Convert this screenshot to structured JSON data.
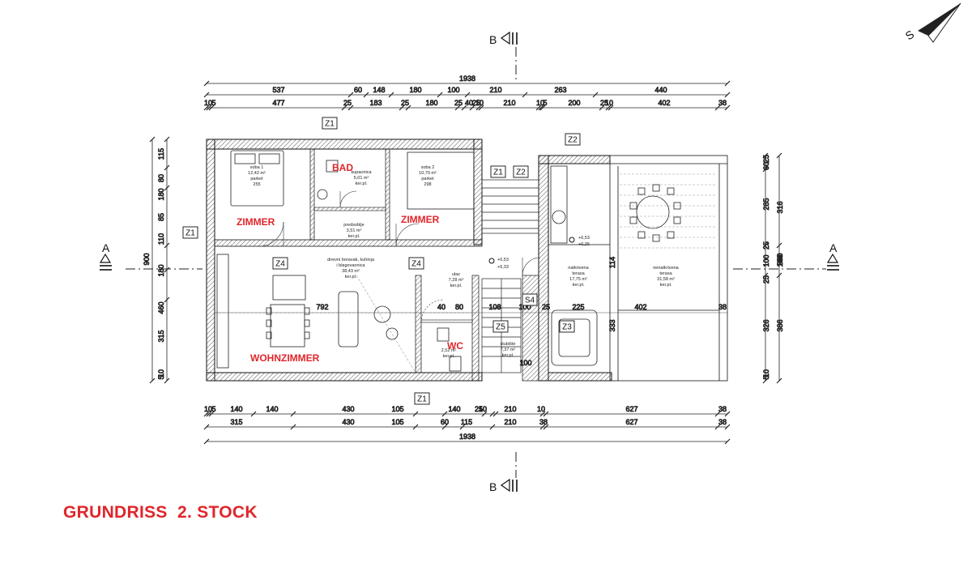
{
  "title": "GRUNDRISS  2. STOCK",
  "colors": {
    "accent": "#e0262b",
    "ink": "#111111"
  },
  "section_markers": {
    "b_top": "B",
    "b_bottom": "B",
    "a_left": "A",
    "a_right": "A"
  },
  "north_arrow": {
    "letter": "S"
  },
  "room_labels_de": {
    "zimmer_left": "ZIMMER",
    "bad": "BAD",
    "zimmer_right": "ZIMMER",
    "wohnzimmer": "WOHNZIMMER",
    "wc": "WC"
  },
  "room_labels_hr": {
    "soba1": [
      "soba 1",
      "12,42 m²",
      "parket",
      "255"
    ],
    "kupaonica": [
      "kupaonica",
      "5,01 m²",
      "ker.pl."
    ],
    "soba2": [
      "soba 2",
      "10,70 m²",
      "parket",
      "298"
    ],
    "predsoblje": [
      "predsoblje",
      "3,51 m²",
      "ker.pl."
    ],
    "dnevni": [
      "dnevni boravak, kuhinja",
      "i blagovaonica",
      "38,43 m²",
      "ker.pl."
    ],
    "ulaz": [
      "ulaz",
      "7,28 m²",
      "ker.pl."
    ],
    "wc": [
      "2,52 m²",
      "ker.pl."
    ],
    "stubiste": [
      "stubište",
      "7,37 m²",
      "ker.pl."
    ],
    "nat_terasa": [
      "natkrivena",
      "terasa",
      "17,75 m²",
      "ker.pl."
    ],
    "nenat_terasa": [
      "nenatkrivena",
      "terasa",
      "31,58 m²",
      "ker.pl."
    ]
  },
  "levels": [
    "+6,53",
    "+6,25",
    "+6,53",
    "+6,33"
  ],
  "window_tags": [
    "Z1",
    "Z1",
    "Z2",
    "Z1",
    "Z2",
    "Z1",
    "Z4",
    "Z4",
    "Z5",
    "Z3",
    "S4",
    "Z1"
  ],
  "dimensions": {
    "top_total": "1938",
    "top_row1": [
      "537",
      "60",
      "148",
      "180",
      "100",
      "210",
      "263",
      "440"
    ],
    "top_row2": [
      "10",
      "5",
      "477",
      "25",
      "183",
      "25",
      "180",
      "25",
      "40",
      "25",
      "10",
      "210",
      "10",
      "5",
      "200",
      "25",
      "10",
      "402",
      "38"
    ],
    "bottom_row1": [
      "10",
      "5",
      "140",
      "140",
      "430",
      "105",
      "140",
      "25",
      "10",
      "210",
      "10",
      "627",
      "38"
    ],
    "bottom_row2": [
      "315",
      "430",
      "105",
      "60",
      "115",
      "210",
      "38",
      "627",
      "38"
    ],
    "bottom_total": "1938",
    "left_outer": [
      "900"
    ],
    "left_inner": [
      "115",
      "80",
      "180",
      "85",
      "110",
      "180",
      "460",
      "315",
      "10",
      "5"
    ],
    "right_inner": [
      "25",
      "60",
      "285",
      "25",
      "100",
      "25",
      "326",
      "10",
      "5"
    ],
    "right_outer": [
      "316",
      "100",
      "386",
      "900"
    ],
    "interior": [
      "792",
      "40",
      "80",
      "108",
      "100",
      "25",
      "225",
      "402",
      "38",
      "114",
      "333",
      "100"
    ]
  }
}
